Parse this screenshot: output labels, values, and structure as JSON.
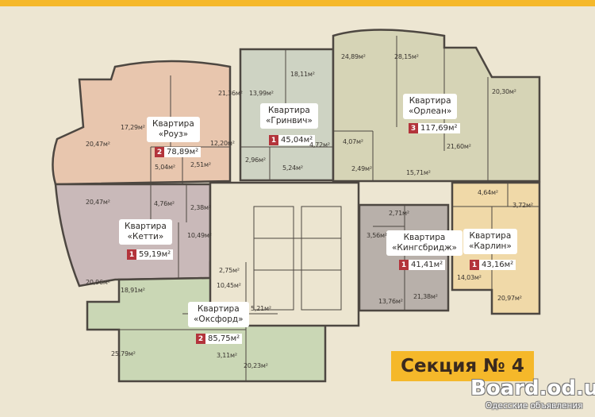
{
  "colors": {
    "rose": "#e8c6ae",
    "greenwich": "#ced3c3",
    "orlean": "#d6d4b6",
    "ketti": "#c9b9b9",
    "oxford": "#cad7b5",
    "kingsbridge": "#b8b0aa",
    "karlin": "#f0d9a8",
    "core": "#ece5d0",
    "wall": "#4d4741",
    "accent": "#f5b82a",
    "badge": "#b3343b"
  },
  "apartments": [
    {
      "title": "Квартира",
      "name": "«Роуз»",
      "rooms": "2",
      "area": "78,89м²"
    },
    {
      "title": "Квартира",
      "name": "«Гринвич»",
      "rooms": "1",
      "area": "45,04м²"
    },
    {
      "title": "Квартира",
      "name": "«Орлеан»",
      "rooms": "3",
      "area": "117,69м²"
    },
    {
      "title": "Квартира",
      "name": "«Кетти»",
      "rooms": "1",
      "area": "59,19м²"
    },
    {
      "title": "Квартира",
      "name": "«Кингсбридж»",
      "rooms": "1",
      "area": "41,41м²"
    },
    {
      "title": "Квартира",
      "name": "«Карлин»",
      "rooms": "1",
      "area": "43,16м²"
    },
    {
      "title": "Квартира",
      "name": "«Оксфорд»",
      "rooms": "2",
      "area": "85,75м²"
    }
  ],
  "room_areas": [
    "21,36м²",
    "17,29м²",
    "20,47м²",
    "12,20м²",
    "5,04м²",
    "2,51м²",
    "18,11м²",
    "13,99м²",
    "4,72м²",
    "2,96м²",
    "5,24м²",
    "24,89м²",
    "28,15м²",
    "20,30м²",
    "21,60м²",
    "4,07м²",
    "2,49м²",
    "15,71м²",
    "4,64м²",
    "3,72м²",
    "14,03м²",
    "20,97м²",
    "2,71м²",
    "3,56м²",
    "13,76м²",
    "21,38м²",
    "20,47м²",
    "4,76м²",
    "2,38м²",
    "10,49м²",
    "20,96м²",
    "18,91м²",
    "2,75м²",
    "10,45м²",
    "5,21м²",
    "25,79м²",
    "3,11м²",
    "20,23м²"
  ],
  "section_label": "Секция № 4",
  "watermark": {
    "site": "Board.od.ua",
    "tagline": "Одесские объявления"
  }
}
